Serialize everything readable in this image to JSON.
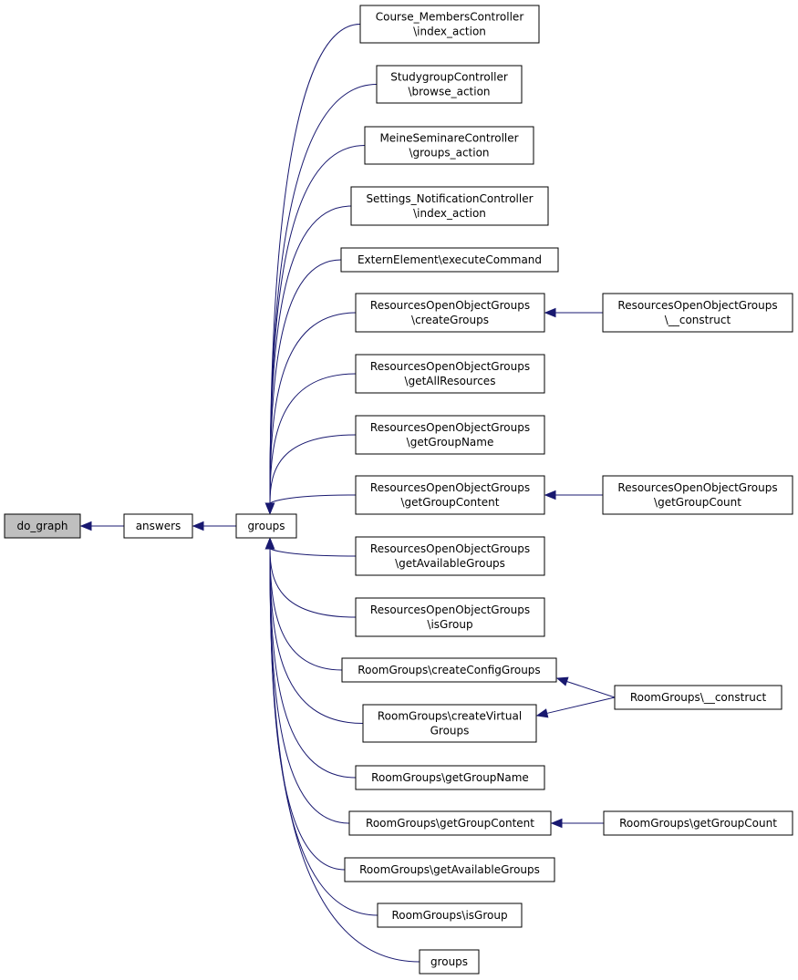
{
  "colors": {
    "edge": "#191970",
    "current_node_fill": "#bfbfbf",
    "node_border": "#000000"
  },
  "nodes": {
    "do_graph": [
      "do_graph"
    ],
    "answers": [
      "answers"
    ],
    "groups": [
      "groups"
    ],
    "course_members": [
      "Course_MembersController",
      "\\index_action"
    ],
    "studygroup": [
      "StudygroupController",
      "\\browse_action"
    ],
    "meine_seminare": [
      "MeineSeminareController",
      "\\groups_action"
    ],
    "settings_notification": [
      "Settings_NotificationController",
      "\\index_action"
    ],
    "extern_element": [
      "ExternElement\\executeCommand"
    ],
    "roog_create": [
      "ResourcesOpenObjectGroups",
      "\\createGroups"
    ],
    "roog_construct": [
      "ResourcesOpenObjectGroups",
      "\\__construct"
    ],
    "roog_getall": [
      "ResourcesOpenObjectGroups",
      "\\getAllResources"
    ],
    "roog_getname": [
      "ResourcesOpenObjectGroups",
      "\\getGroupName"
    ],
    "roog_getcontent": [
      "ResourcesOpenObjectGroups",
      "\\getGroupContent"
    ],
    "roog_getcount": [
      "ResourcesOpenObjectGroups",
      "\\getGroupCount"
    ],
    "roog_getavail": [
      "ResourcesOpenObjectGroups",
      "\\getAvailableGroups"
    ],
    "roog_isgroup": [
      "ResourcesOpenObjectGroups",
      "\\isGroup"
    ],
    "rg_createconfig": [
      "RoomGroups\\createConfigGroups"
    ],
    "rg_construct": [
      "RoomGroups\\__construct"
    ],
    "rg_createvirtual": [
      "RoomGroups\\createVirtual",
      "Groups"
    ],
    "rg_getname": [
      "RoomGroups\\getGroupName"
    ],
    "rg_getcontent": [
      "RoomGroups\\getGroupContent"
    ],
    "rg_getcount": [
      "RoomGroups\\getGroupCount"
    ],
    "rg_getavail": [
      "RoomGroups\\getAvailableGroups"
    ],
    "rg_isgroup": [
      "RoomGroups\\isGroup"
    ],
    "groups_leaf": [
      "groups"
    ]
  },
  "edges": [
    [
      "answers",
      "do_graph"
    ],
    [
      "groups",
      "answers"
    ],
    [
      "course_members",
      "groups"
    ],
    [
      "studygroup",
      "groups"
    ],
    [
      "meine_seminare",
      "groups"
    ],
    [
      "settings_notification",
      "groups"
    ],
    [
      "extern_element",
      "groups"
    ],
    [
      "roog_create",
      "groups"
    ],
    [
      "roog_construct",
      "roog_create"
    ],
    [
      "roog_getall",
      "groups"
    ],
    [
      "roog_getname",
      "groups"
    ],
    [
      "roog_getcontent",
      "groups"
    ],
    [
      "roog_getcount",
      "roog_getcontent"
    ],
    [
      "roog_getavail",
      "groups"
    ],
    [
      "roog_isgroup",
      "groups"
    ],
    [
      "rg_createconfig",
      "groups"
    ],
    [
      "rg_construct",
      "rg_createconfig"
    ],
    [
      "rg_createvirtual",
      "groups"
    ],
    [
      "rg_construct",
      "rg_createvirtual"
    ],
    [
      "rg_getname",
      "groups"
    ],
    [
      "rg_getcontent",
      "groups"
    ],
    [
      "rg_getcount",
      "rg_getcontent"
    ],
    [
      "rg_getavail",
      "groups"
    ],
    [
      "rg_isgroup",
      "groups"
    ],
    [
      "groups_leaf",
      "groups"
    ]
  ]
}
